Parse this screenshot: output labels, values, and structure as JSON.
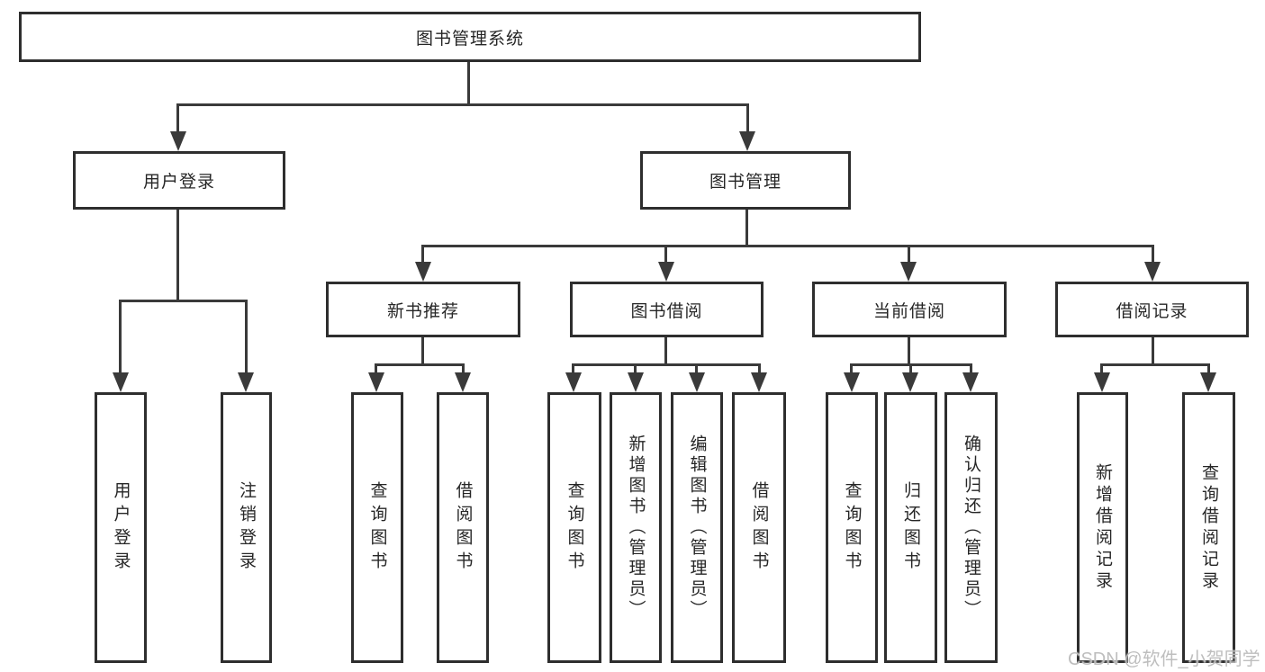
{
  "diagram": {
    "root": {
      "label": "图书管理系统"
    },
    "branches": [
      {
        "label": "用户登录",
        "children": [
          {
            "label": "用户登录"
          },
          {
            "label": "注销登录"
          }
        ]
      },
      {
        "label": "图书管理",
        "children": [
          {
            "label": "新书推荐",
            "children": [
              {
                "label": "查询图书"
              },
              {
                "label": "借阅图书"
              }
            ]
          },
          {
            "label": "图书借阅",
            "children": [
              {
                "label": "查询图书"
              },
              {
                "label": "新增图书（管理员）"
              },
              {
                "label": "编辑图书（管理员）"
              },
              {
                "label": "借阅图书"
              }
            ]
          },
          {
            "label": "当前借阅",
            "children": [
              {
                "label": "查询图书"
              },
              {
                "label": "归还图书"
              },
              {
                "label": "确认归还（管理员）"
              }
            ]
          },
          {
            "label": "借阅记录",
            "children": [
              {
                "label": "新增借阅记录"
              },
              {
                "label": "查询借阅记录"
              }
            ]
          }
        ]
      }
    ]
  },
  "watermark": {
    "text": "CSDN @软件_小贺同学"
  },
  "colors": {
    "line": "#3a3a3a",
    "box_border": "#2e2e2e",
    "text": "#262626",
    "watermark": "#bbbbbb",
    "background": "#ffffff"
  }
}
